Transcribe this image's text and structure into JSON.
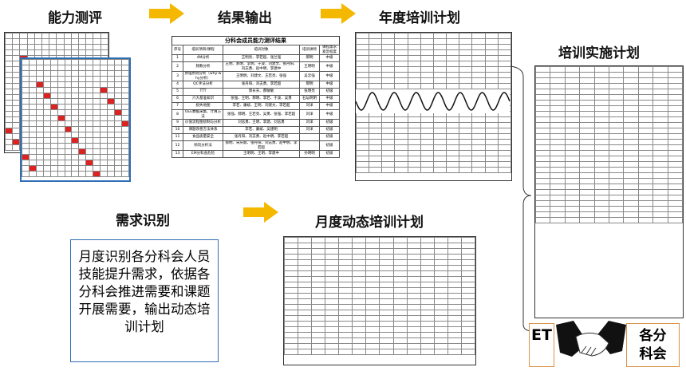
{
  "steps": {
    "assess": "能力测评",
    "output": "结果输出",
    "annual": "年度培训计划",
    "implement": "培训实施计划",
    "demand": "需求识别",
    "monthly": "月度动态培训计划"
  },
  "demand_text": "月度识别各分科会人员技能提升需求，依据各分科会推进需要和课题开展需要，输出动态培训计划",
  "result_table": {
    "title": "分科会成员能力测评结果",
    "headers": [
      "序号",
      "培训项目/课程",
      "培训对象",
      "培训讲师",
      "课程需求紧急程度"
    ],
    "rows": [
      [
        "1",
        "4M分析",
        "王明亮、李若超、张兰强",
        "郝明",
        "中级"
      ],
      [
        "2",
        "频数分析",
        "王明、郝明、李明、于波、刘建文、张丹阳、刘志勇、赵中明、李建中",
        "王明明",
        "中级"
      ],
      [
        "3",
        "原理原则分析（why-why分析）",
        "王明明、刘建文、王若亮、张强",
        "吴云强",
        "中级"
      ],
      [
        "4",
        "QC手法分析",
        "张丹阳、刘志勇、李若超",
        "郝明",
        "中级"
      ],
      [
        "5",
        "TTT",
        "郭长天、郝敏敏",
        "张明亮",
        "初级"
      ],
      [
        "6",
        "六大基准知识",
        "张强、王明、郝明、李若、于波、吴勇",
        "石坛明明",
        "中级"
      ],
      [
        "7",
        "损失地图",
        "李若、廉斌、王明、刘建文、李若超",
        "刘洋",
        "中级"
      ],
      [
        "8",
        "OEE数据采集、计算方法",
        "张强、郝明、王若亮、吴勇、张强、李若超",
        "刘洋",
        "中级"
      ],
      [
        "9",
        "价值流程图绘制与分析",
        "刘志勇、王明、李建、刘志勇",
        "刘洋",
        "初级"
      ],
      [
        "10",
        "课题改善方法体系",
        "李若、廉斌、吴建明",
        "刘洋",
        "初级"
      ],
      [
        "11",
        "食品质量安全",
        "张丹阳、刘志勇、赵中明、李若超",
        "",
        "初级"
      ],
      [
        "12",
        "倾向分析法",
        "郝明、宋庆斌、张丹阳、刘志勇、赵中明、李若超",
        "",
        "初级"
      ],
      [
        "13",
        "EM分科会危险",
        "王明明、王明、李建中",
        "孙明明",
        "初级"
      ]
    ]
  },
  "badges": {
    "left": "ET",
    "right": "各分科会"
  },
  "colors": {
    "arrow": "#f5b800",
    "box": "#2f6db5",
    "badge_border": "#d8924a"
  }
}
